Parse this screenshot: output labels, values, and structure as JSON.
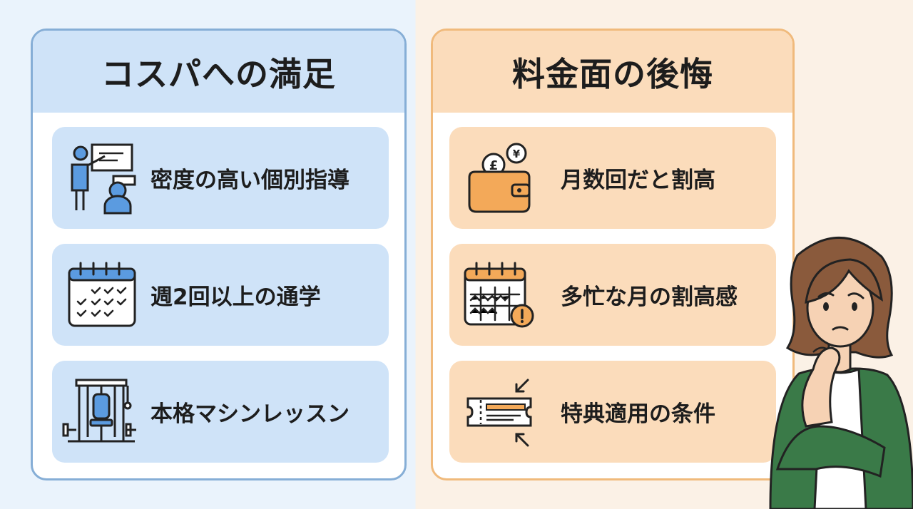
{
  "left_panel": {
    "title": "コスパへの満足",
    "items": [
      {
        "label": "密度の高い個別指導",
        "icon": "teacher-student-icon"
      },
      {
        "label": "週2回以上の通学",
        "icon": "calendar-checks-icon"
      },
      {
        "label": "本格マシンレッスン",
        "icon": "gym-machine-icon"
      }
    ]
  },
  "right_panel": {
    "title": "料金面の後悔",
    "items": [
      {
        "label": "月数回だと割高",
        "icon": "wallet-coins-icon"
      },
      {
        "label": "多忙な月の割高感",
        "icon": "calendar-warning-icon"
      },
      {
        "label": "特典適用の条件",
        "icon": "ticket-icon"
      }
    ]
  },
  "colors": {
    "left_accent": "#86aed6",
    "left_fill": "#cfe3f8",
    "right_accent": "#f0ba7c",
    "right_fill": "#fbdcbb"
  }
}
